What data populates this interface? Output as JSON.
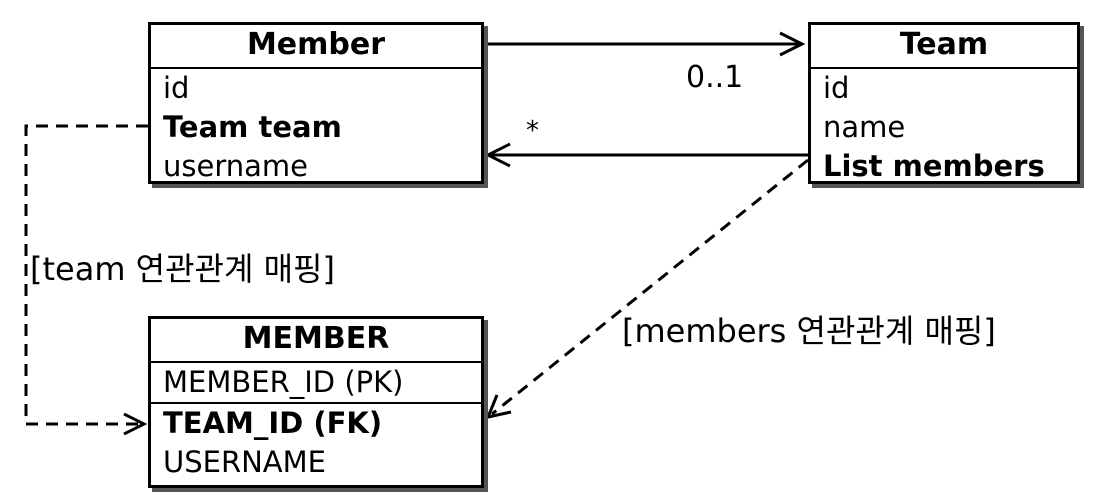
{
  "member_class": {
    "title": "Member",
    "fields": [
      "id",
      "Team team",
      "username"
    ]
  },
  "team_class": {
    "title": "Team",
    "fields": [
      "id",
      "name",
      "List members"
    ]
  },
  "member_table": {
    "title": "MEMBER",
    "fields": [
      "MEMBER_ID (PK)",
      "TEAM_ID (FK)",
      "USERNAME"
    ]
  },
  "multiplicity": {
    "team_side": "0..1",
    "member_side": "*"
  },
  "mappings": {
    "team": "[team 연관관계 매핑]",
    "members": "[members 연관관계 매핑]"
  }
}
